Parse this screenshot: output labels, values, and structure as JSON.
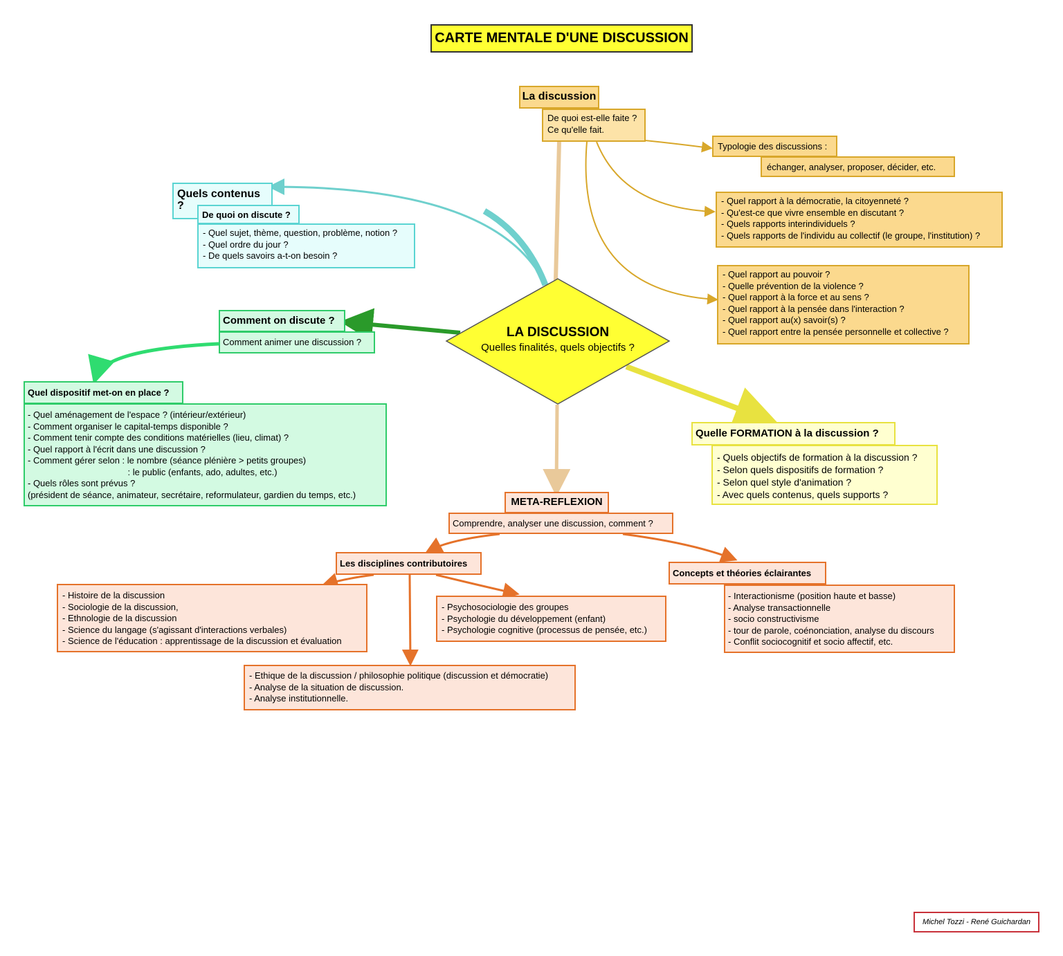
{
  "title": "CARTE MENTALE D'UNE DISCUSSION",
  "center": {
    "title": "LA DISCUSSION",
    "subtitle": "Quelles finalités, quels objectifs ?"
  },
  "discussion": {
    "header": "La discussion",
    "body": [
      "De quoi est-elle faite ?",
      "Ce qu'elle fait."
    ],
    "typologie_header": "Typologie des discussions :",
    "typologie_body": "échanger, analyser, proposer, décider, etc.",
    "rapports_1": [
      "- Quel rapport à la démocratie, la citoyenneté ?",
      "- Qu'est-ce que vivre ensemble en discutant ?",
      "- Quels rapports interindividuels ?",
      "- Quels rapports de l'individu au collectif (le groupe, l'institution) ?"
    ],
    "rapports_2": [
      "- Quel rapport au pouvoir ?",
      "- Quelle prévention de la violence ?",
      "- Quel rapport à la force et au sens ?",
      "- Quel rapport à la pensée dans l'interaction ?",
      "- Quel rapport au(x) savoir(s) ?",
      "- Quel rapport entre la pensée personnelle et collective ?"
    ]
  },
  "contenus": {
    "header": "Quels contenus ?",
    "subheader": "De quoi on discute ?",
    "body": [
      "- Quel sujet, thème, question, problème, notion ?",
      "- Quel ordre du jour ?",
      "- De quels savoirs a-t-on besoin ?"
    ]
  },
  "comment": {
    "header": "Comment on discute ?",
    "body": "Comment animer une discussion ?",
    "dispositif_header": "Quel dispositif met-on en place ?",
    "dispositif_body": [
      "- Quel aménagement de l'espace ? (intérieur/extérieur)",
      "- Comment organiser le capital-temps disponible ?",
      "- Comment tenir compte des conditions matérielles (lieu, climat) ?",
      "- Quel rapport à l'écrit dans une discussion ?",
      "- Comment gérer selon : le nombre (séance plénière > petits groupes)",
      "                                        : le public (enfants, ado, adultes, etc.)",
      "- Quels rôles sont prévus ?",
      "(président de séance, animateur, secrétaire, reformulateur, gardien du temps, etc.)"
    ]
  },
  "formation": {
    "header": "Quelle FORMATION à la discussion ?",
    "body": [
      "- Quels objectifs de formation à la discussion ?",
      "- Selon quels dispositifs de formation ?",
      "- Selon quel style d'animation ?",
      "- Avec quels contenus, quels supports ?"
    ]
  },
  "meta": {
    "header": "META-REFLEXION",
    "body": "Comprendre, analyser une discussion, comment ?",
    "disciplines_header": "Les disciplines contributoires",
    "disciplines_1": [
      "- Histoire de la discussion",
      "- Sociologie de la discussion,",
      "- Ethnologie de la discussion",
      "- Science du langage (s'agissant d'interactions verbales)",
      "- Science de l'éducation : apprentissage de la discussion et évaluation"
    ],
    "disciplines_2": [
      "- Psychosociologie des groupes",
      "- Psychologie du développement (enfant)",
      "- Psychologie cognitive (processus de pensée, etc.)"
    ],
    "disciplines_3": [
      "- Ethique de la discussion / philosophie politique (discussion et démocratie)",
      "- Analyse de la situation de discussion.",
      "- Analyse institutionnelle."
    ],
    "concepts_header": "Concepts et théories éclairantes",
    "concepts_body": [
      "- Interactionisme (position haute et basse)",
      "- Analyse transactionnelle",
      "- socio constructivisme",
      "- tour de parole, coénonciation, analyse du discours",
      "- Conflit sociocognitif et socio affectif, etc."
    ]
  },
  "credit": "Michel Tozzi - René Guichardan",
  "colors": {
    "center": "#ffff33",
    "orange_branch": "#d8a72a",
    "cyan_branch": "#6fd0cd",
    "green_branch": "#2a9a2a",
    "light_green_branch": "#2fdc70",
    "yellow_branch": "#e8e240",
    "meta_branch": "#e5722a",
    "tan_branch": "#e9c99a"
  }
}
